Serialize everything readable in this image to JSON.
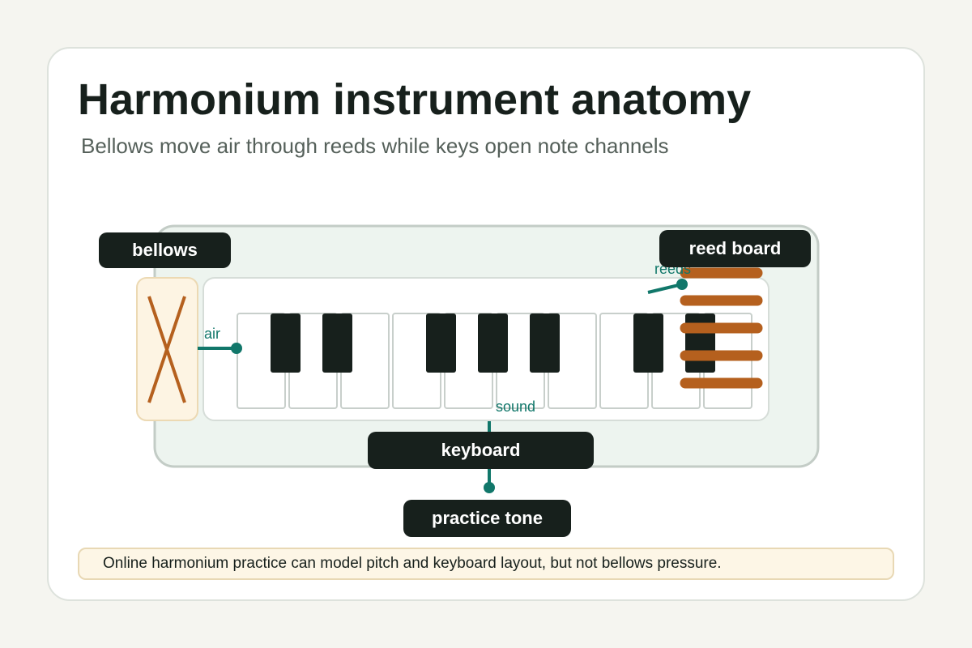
{
  "title": "Harmonium instrument anatomy",
  "subtitle": "Bellows move air through reeds while keys open note channels",
  "labels": {
    "bellows": "bellows",
    "reed_board": "reed board",
    "keyboard": "keyboard",
    "practice_tone": "practice tone"
  },
  "flow_labels": {
    "air": "air",
    "reeds": "reeds",
    "sound": "sound"
  },
  "note": "Online harmonium practice can model pitch and keyboard layout, but not bellows pressure.",
  "colors": {
    "label_bg": "#17201c",
    "accent": "#11776a",
    "reed": "#b5601e",
    "body_fill": "#edf4ef",
    "bellows_fill": "#fdf4e3"
  }
}
